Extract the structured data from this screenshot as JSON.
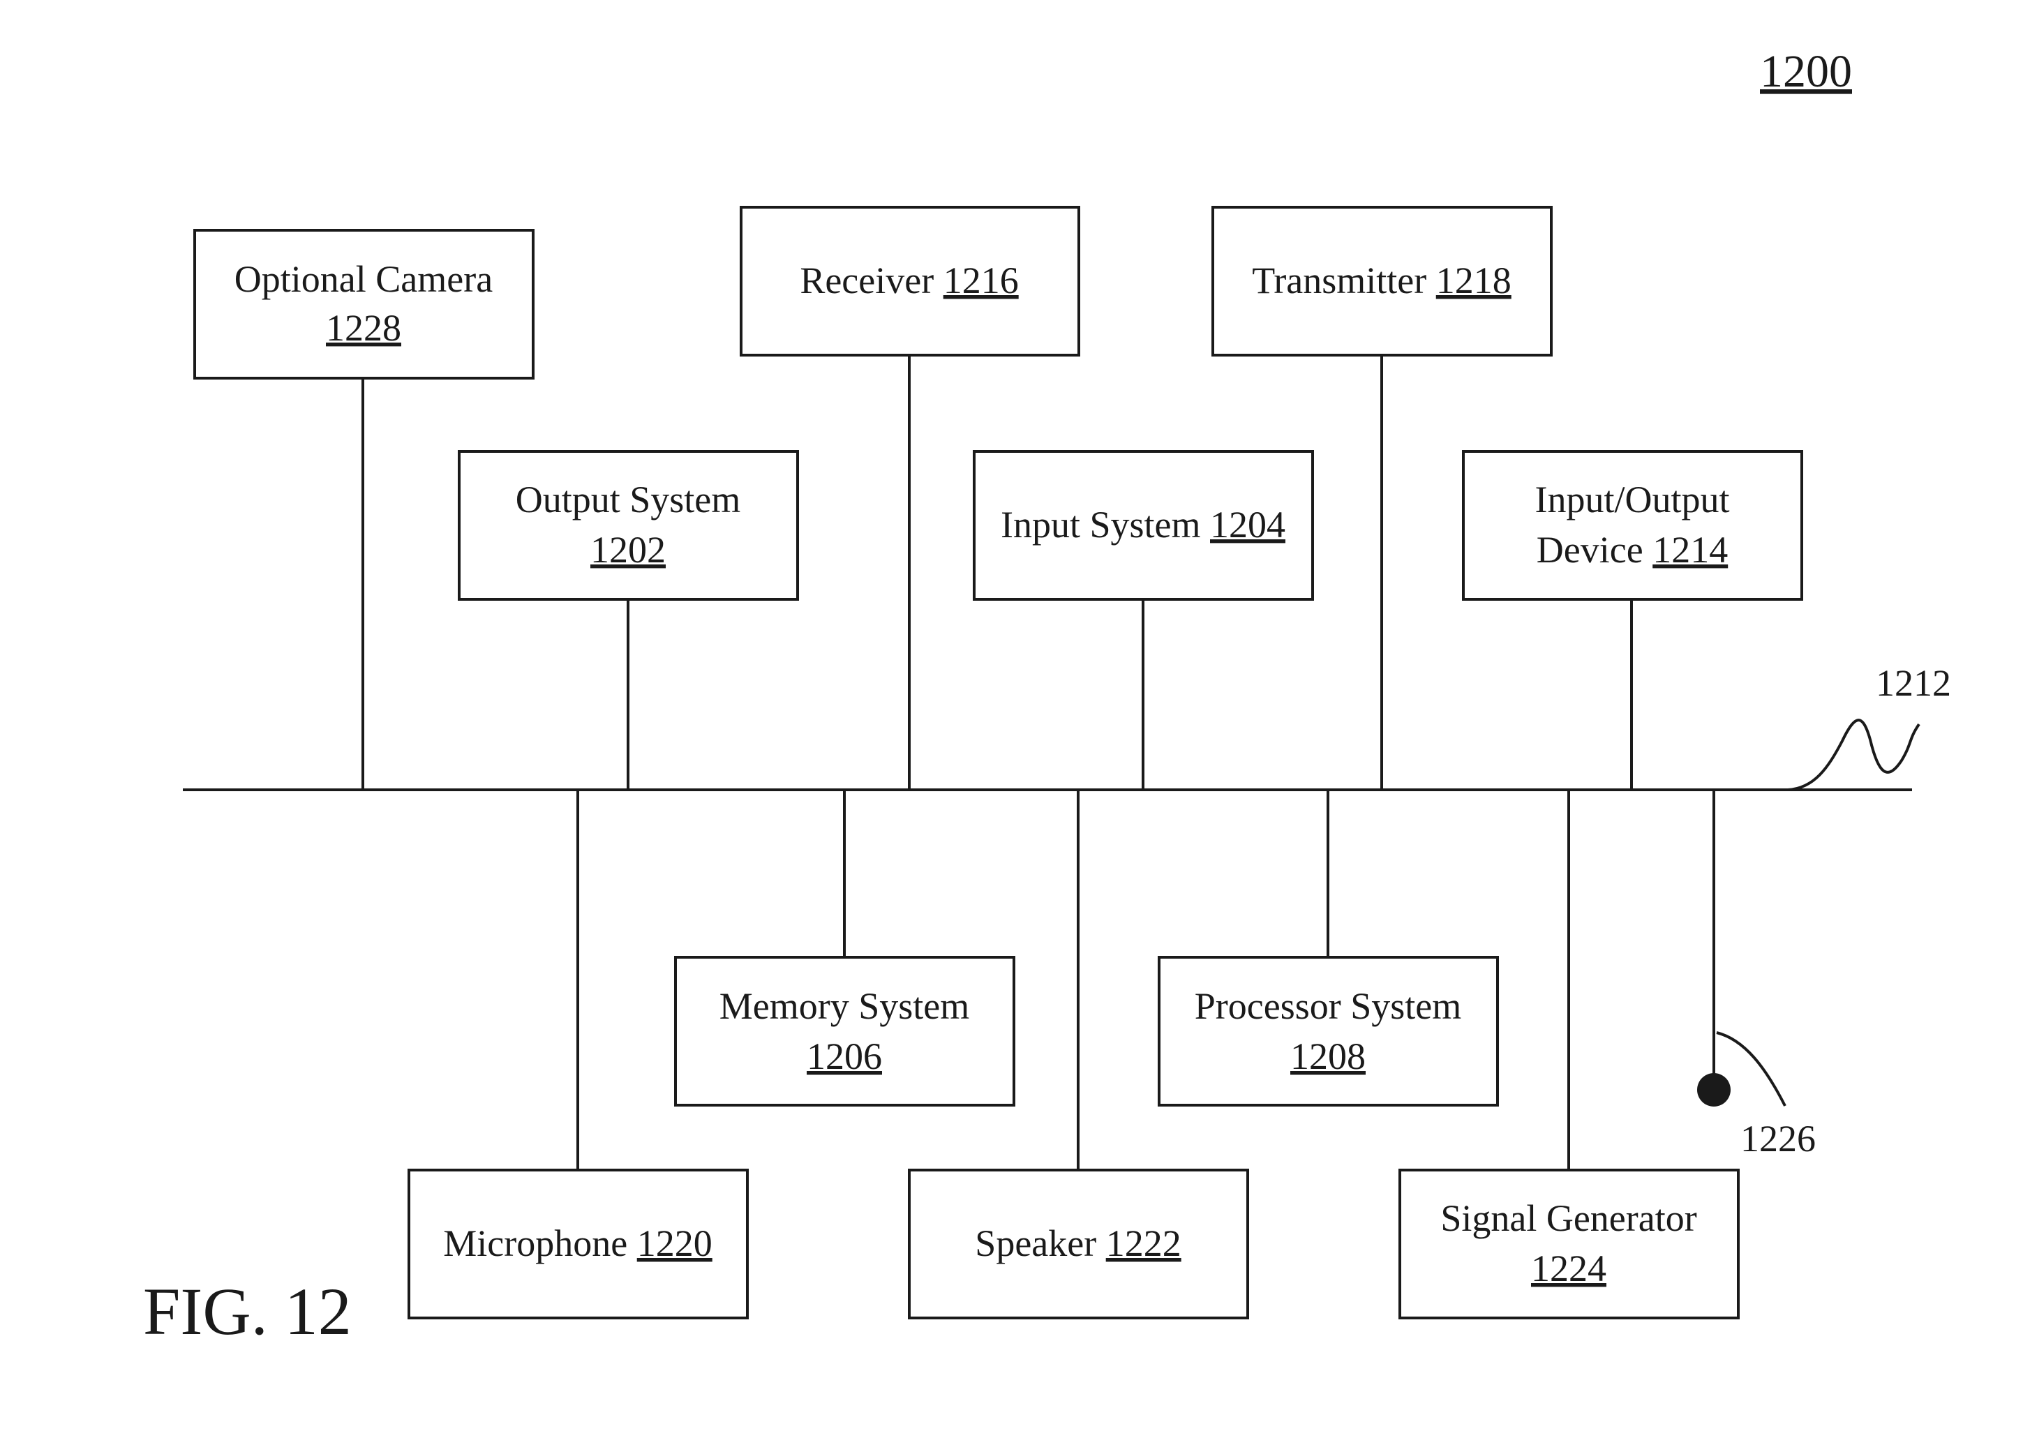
{
  "figure": {
    "number_label": "1200",
    "caption": "FIG. 12",
    "bus_label": "1212",
    "node_label": "1226"
  },
  "components": {
    "optional_camera": {
      "name": "Optional Camera",
      "ref": "1228"
    },
    "receiver": {
      "name": "Receiver",
      "ref": "1216"
    },
    "transmitter": {
      "name": "Transmitter",
      "ref": "1218"
    },
    "output_system": {
      "name": "Output System",
      "ref": "1202"
    },
    "input_system": {
      "name": "Input System",
      "ref": "1204"
    },
    "io_device": {
      "name_line1": "Input/Output",
      "name_line2": "Device",
      "ref": "1214"
    },
    "memory_system": {
      "name": "Memory System",
      "ref": "1206"
    },
    "processor_system": {
      "name": "Processor System",
      "ref": "1208"
    },
    "microphone": {
      "name": "Microphone",
      "ref": "1220"
    },
    "speaker": {
      "name": "Speaker",
      "ref": "1222"
    },
    "signal_generator": {
      "name": "Signal Generator",
      "ref": "1224"
    }
  }
}
